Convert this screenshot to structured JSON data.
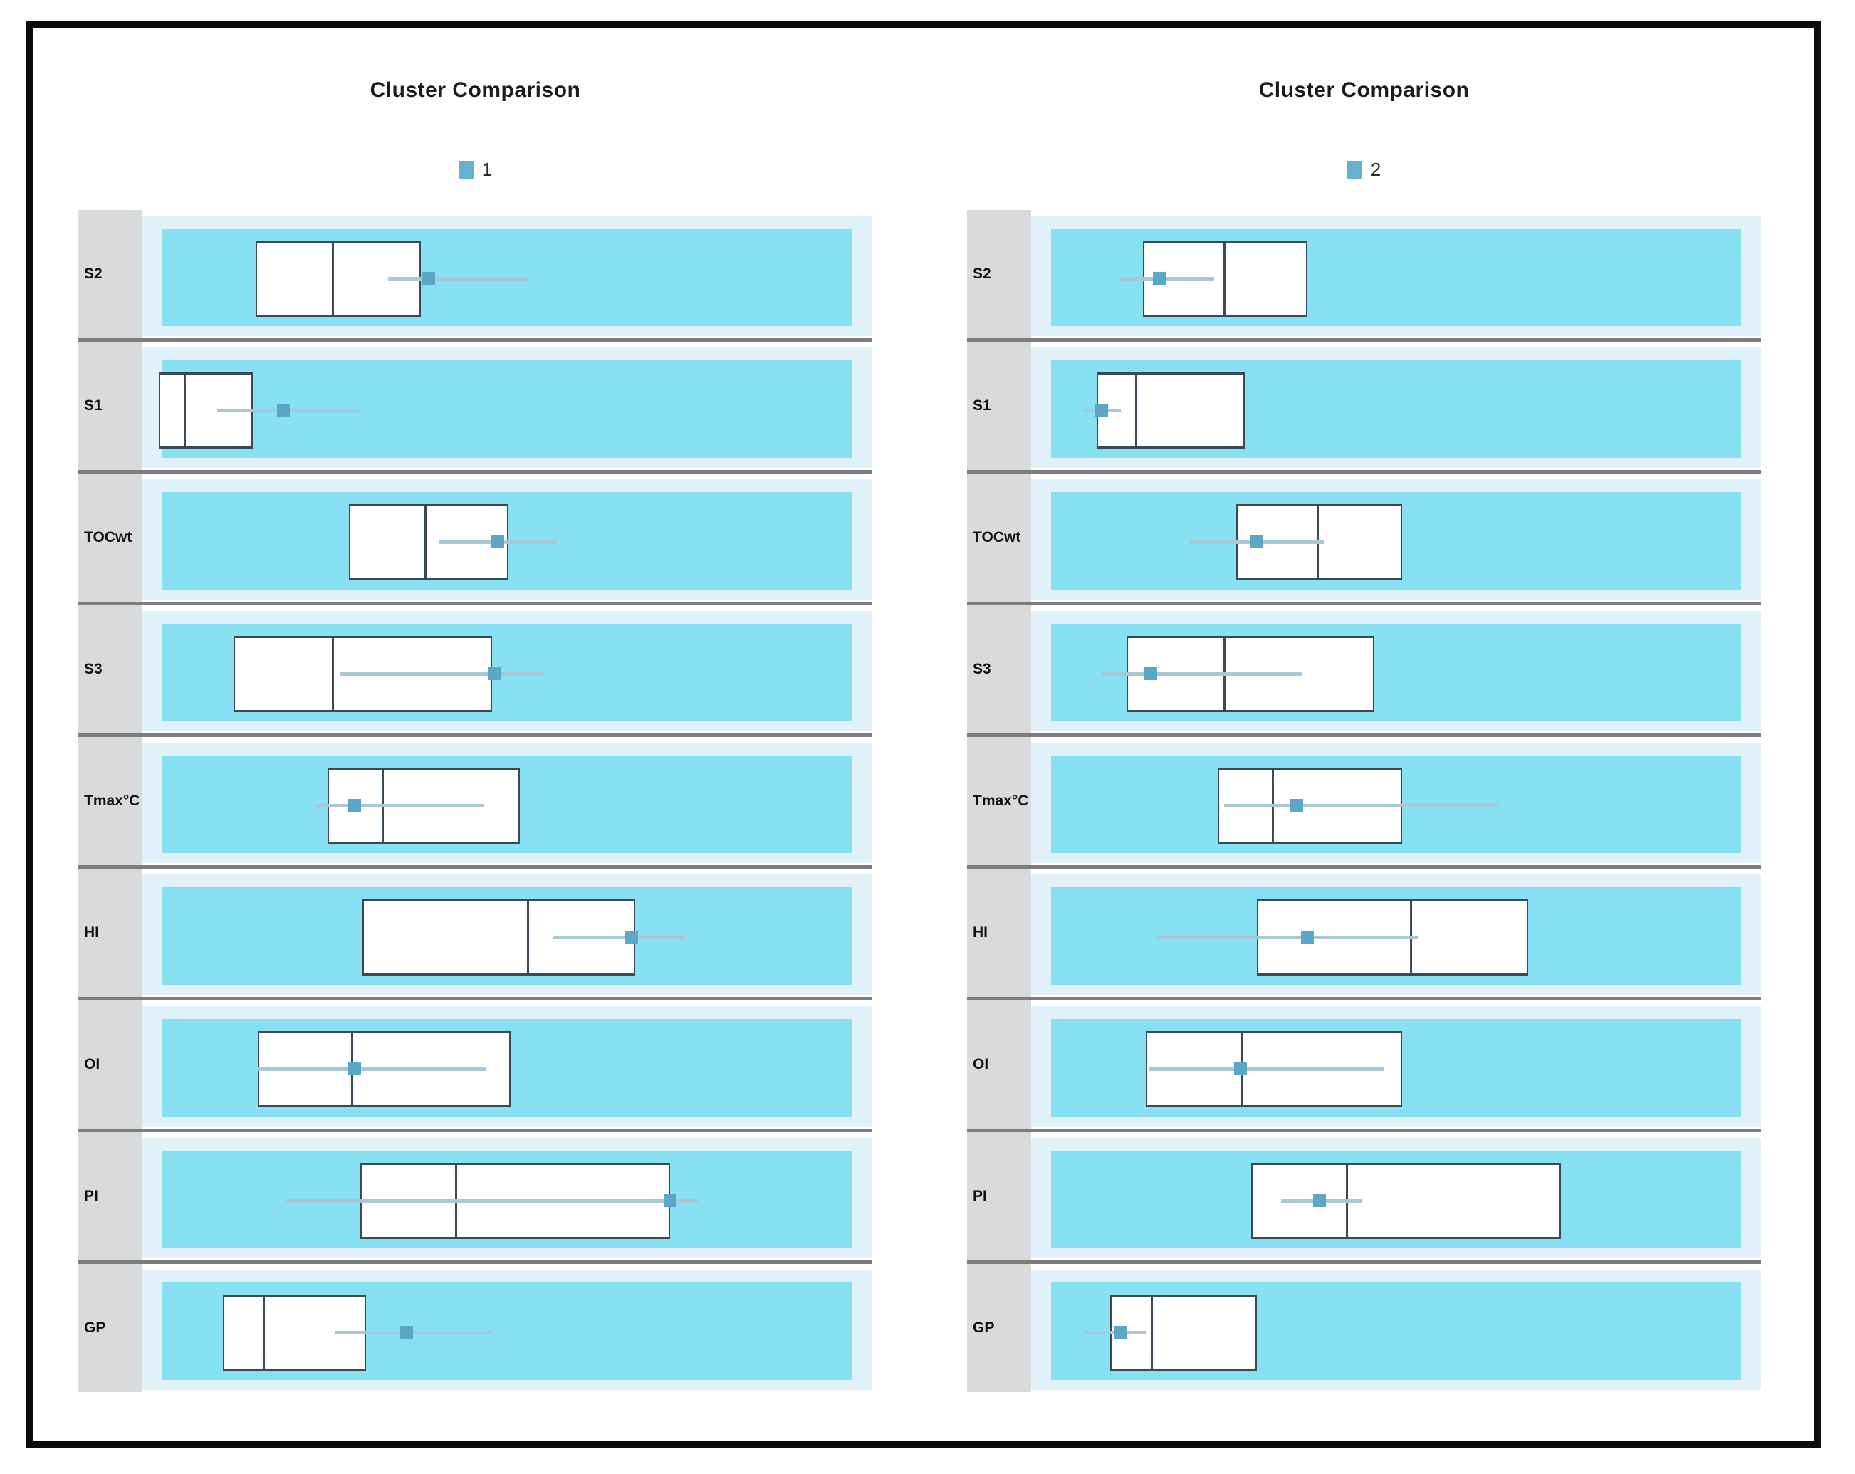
{
  "chart_data": {
    "type": "box",
    "orientation": "horizontal",
    "title": "Cluster Comparison",
    "note_axis": "no numeric axis shown; box geometry recorded as fraction of each row track width (0 = left edge, 1 = right edge)",
    "categories": [
      "S2",
      "S1",
      "TOCwt",
      "S3",
      "Tmax°C",
      "HI",
      "OI",
      "PI",
      "GP"
    ],
    "legend_position": "top-center",
    "panels": [
      {
        "title": "Cluster Comparison",
        "legend_label": "1",
        "boxes": [
          {
            "label": "S2",
            "whisker_lo": 0.337,
            "q1": 0.155,
            "median": 0.26,
            "q3": 0.381,
            "whisker_hi": 0.528,
            "marker": 0.392
          },
          {
            "label": "S1",
            "whisker_lo": 0.102,
            "q1": 0.022,
            "median": 0.058,
            "q3": 0.151,
            "whisker_hi": 0.297,
            "marker": 0.193
          },
          {
            "label": "TOCwt",
            "whisker_lo": 0.407,
            "q1": 0.283,
            "median": 0.387,
            "q3": 0.501,
            "whisker_hi": 0.57,
            "marker": 0.487
          },
          {
            "label": "S3",
            "whisker_lo": 0.271,
            "q1": 0.125,
            "median": 0.26,
            "q3": 0.479,
            "whisker_hi": 0.55,
            "marker": 0.482
          },
          {
            "label": "Tmax°C",
            "whisker_lo": 0.237,
            "q1": 0.254,
            "median": 0.329,
            "q3": 0.517,
            "whisker_hi": 0.467,
            "marker": 0.291
          },
          {
            "label": "HI",
            "whisker_lo": 0.562,
            "q1": 0.301,
            "median": 0.528,
            "q3": 0.675,
            "whisker_hi": 0.745,
            "marker": 0.67
          },
          {
            "label": "OI",
            "whisker_lo": 0.159,
            "q1": 0.158,
            "median": 0.287,
            "q3": 0.504,
            "whisker_hi": 0.471,
            "marker": 0.291
          },
          {
            "label": "PI",
            "whisker_lo": 0.196,
            "q1": 0.299,
            "median": 0.429,
            "q3": 0.723,
            "whisker_hi": 0.761,
            "marker": 0.723
          },
          {
            "label": "GP",
            "whisker_lo": 0.263,
            "q1": 0.11,
            "median": 0.166,
            "q3": 0.306,
            "whisker_hi": 0.482,
            "marker": 0.362
          }
        ]
      },
      {
        "title": "Cluster Comparison",
        "legend_label": "2",
        "boxes": [
          {
            "label": "S2",
            "whisker_lo": 0.12,
            "q1": 0.153,
            "median": 0.264,
            "q3": 0.379,
            "whisker_hi": 0.251,
            "marker": 0.176
          },
          {
            "label": "S1",
            "whisker_lo": 0.07,
            "q1": 0.09,
            "median": 0.143,
            "q3": 0.293,
            "whisker_hi": 0.123,
            "marker": 0.097
          },
          {
            "label": "TOCwt",
            "whisker_lo": 0.218,
            "q1": 0.281,
            "median": 0.392,
            "q3": 0.508,
            "whisker_hi": 0.401,
            "marker": 0.309
          },
          {
            "label": "S3",
            "whisker_lo": 0.098,
            "q1": 0.131,
            "median": 0.264,
            "q3": 0.47,
            "whisker_hi": 0.372,
            "marker": 0.164
          },
          {
            "label": "Tmax°C",
            "whisker_lo": 0.264,
            "q1": 0.256,
            "median": 0.331,
            "q3": 0.508,
            "whisker_hi": 0.64,
            "marker": 0.364
          },
          {
            "label": "HI",
            "whisker_lo": 0.173,
            "q1": 0.309,
            "median": 0.52,
            "q3": 0.681,
            "whisker_hi": 0.53,
            "marker": 0.379
          },
          {
            "label": "OI",
            "whisker_lo": 0.161,
            "q1": 0.157,
            "median": 0.289,
            "q3": 0.508,
            "whisker_hi": 0.484,
            "marker": 0.287
          },
          {
            "label": "PI",
            "whisker_lo": 0.342,
            "q1": 0.301,
            "median": 0.432,
            "q3": 0.726,
            "whisker_hi": 0.454,
            "marker": 0.395
          },
          {
            "label": "GP",
            "whisker_lo": 0.07,
            "q1": 0.108,
            "median": 0.165,
            "q3": 0.309,
            "whisker_hi": 0.157,
            "marker": 0.123
          }
        ]
      }
    ]
  },
  "colors": {
    "frame_border": "#0c0c0c",
    "row_label_bg": "#d8dadc",
    "row_divider": "#7d7d7d",
    "track_outer": "#e2f2fb",
    "track_inner": "#87e1f2",
    "box_fill": "#ffffff",
    "box_border": "#3a4a55",
    "whisker": "#a9c7d4",
    "mean_marker": "#5aa7c8",
    "legend_swatch": "#68b1d3",
    "title_text": "#1b1b1b",
    "label_text": "#111111"
  }
}
